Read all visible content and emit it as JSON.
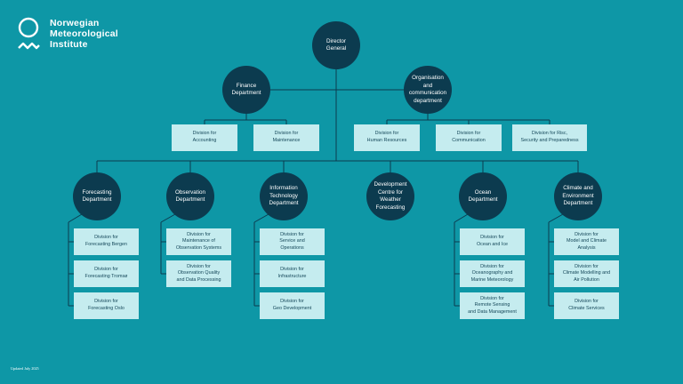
{
  "logo": {
    "name": "Norwegian\nMeteorological\nInstitute"
  },
  "director": "Director\nGeneral",
  "finance": {
    "title": "Finance\nDepartment",
    "divisions": [
      "Division for\nAccounting",
      "Division for\nMaintenance"
    ]
  },
  "organisation": {
    "title": "Organisation\nand\ncommunication\ndepartment",
    "divisions": [
      "Division for\nHuman Resources",
      "Division for\nCommunication",
      "Division for Risc,\nSecurity and Preparedness"
    ]
  },
  "departments": [
    {
      "title": "Forecasting\nDepartment",
      "divisions": [
        "Division for\nForecasting Bergen",
        "Division for\nForecasting Tromsø",
        "Division for\nForecasting Oslo"
      ]
    },
    {
      "title": "Observation\nDepartment",
      "divisions": [
        "Division for\nMaintenance of\nObservation Systems",
        "Division for\nObservation Quality\nand Data Processing"
      ]
    },
    {
      "title": "Information\nTechnology\nDepartment",
      "divisions": [
        "Division for\nService and\nOperations",
        "Division for\nInfrastructure",
        "Division for\nGeo Development"
      ]
    },
    {
      "title": "Development\nCentre for\nWeather\nForecasting",
      "divisions": []
    },
    {
      "title": "Ocean\nDepartment",
      "divisions": [
        "Division for\nOcean and Ice",
        "Division for\nOceanography and\nMarine Meteorology",
        "Division for\nRemote Sensing\nand Data Management"
      ]
    },
    {
      "title": "Climate and\nEnvironment\nDepartment",
      "divisions": [
        "Division for\nModel and Climate\nAnalysis",
        "Division for\nClimate Modelling and\nAir Pollution",
        "Division for\nClimate Services"
      ]
    }
  ],
  "footer": {
    "updated": "Updated July 2025"
  },
  "colors": {
    "background": "#0e97a6",
    "circle": "#0c3b4f",
    "box": "#c5ecef",
    "line": "#0c3b4f"
  }
}
